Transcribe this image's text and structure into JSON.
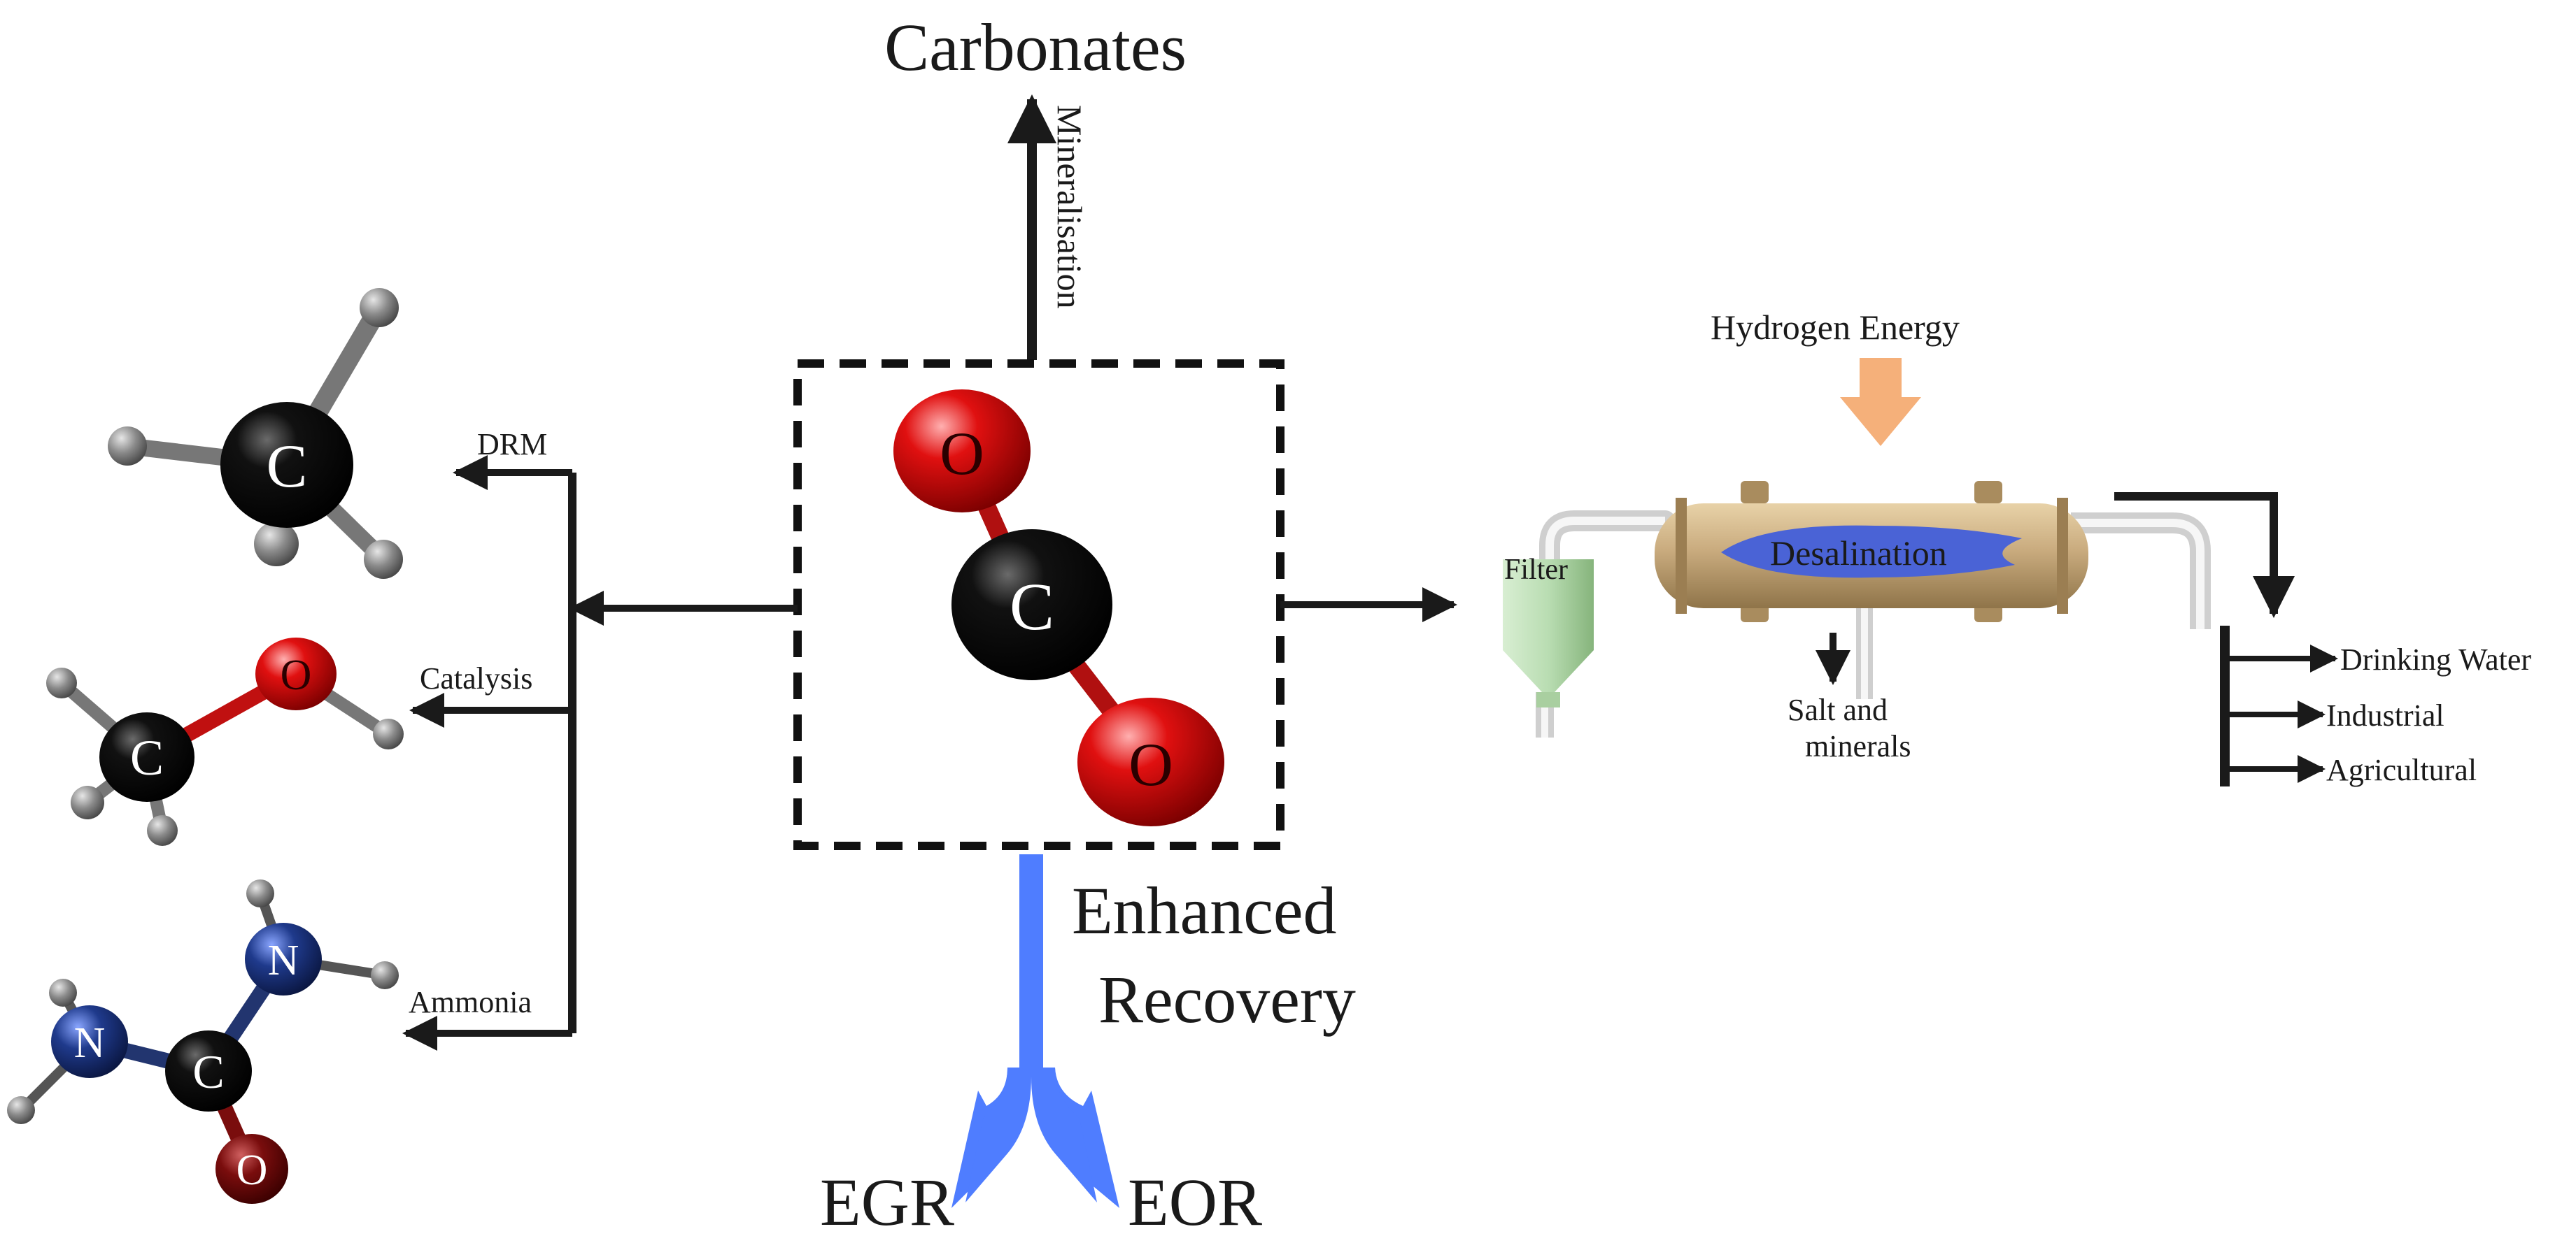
{
  "top": {
    "title": "Carbonates",
    "route": "Mineralisation"
  },
  "center": {
    "atoms": [
      "O",
      "C",
      "O"
    ]
  },
  "left": {
    "routes": [
      "DRM",
      "Catalysis",
      "Ammonia"
    ],
    "methane": {
      "center": "C"
    },
    "methanol": {
      "carbon": "C",
      "oxygen": "O"
    },
    "urea": {
      "carbon": "C",
      "nitrogen_left": "N",
      "nitrogen_right": "N",
      "oxygen": "O"
    }
  },
  "bottom": {
    "line1": "Enhanced",
    "line2": "Recovery",
    "left": "EGR",
    "right": "EOR"
  },
  "right": {
    "energy": "Hydrogen Energy",
    "filter": "Filter",
    "vessel": "Desalination",
    "salt_line1": "Salt and",
    "salt_line2": "minerals",
    "uses": [
      "Drinking Water",
      "Industrial",
      "Agricultural"
    ]
  },
  "colors": {
    "oxygen": "#d40000",
    "carbon": "#111111",
    "hydrogen": "#8a8a8a",
    "nitrogen": "#1f3a8c",
    "urea_oxygen": "#7a0d0d",
    "recovery_arrow": "#4f7dff",
    "energy_arrow": "#f5b07a",
    "vessel": "#c9ab7e",
    "filter": "#b9ddb2"
  }
}
